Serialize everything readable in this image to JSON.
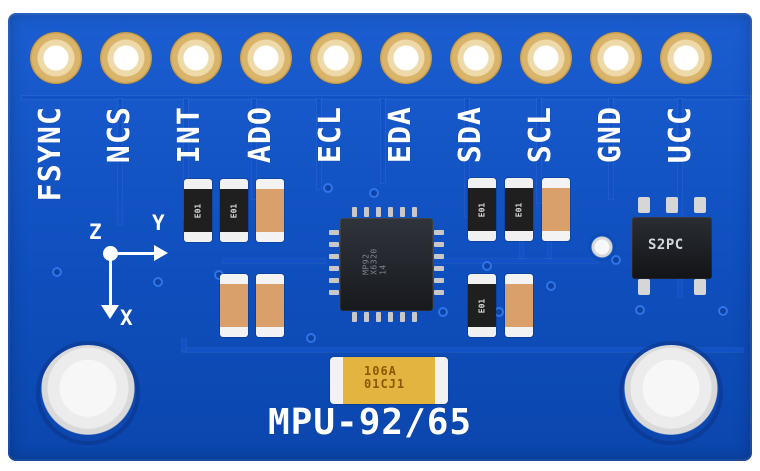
{
  "board": {
    "pins": [
      "FSYNC",
      "NCS",
      "INT",
      "ADO",
      "ECL",
      "EDA",
      "SDA",
      "SCL",
      "GND",
      "UCC"
    ],
    "axes": {
      "z": "Z",
      "y": "Y",
      "x": "X"
    },
    "chip_marking": "MP92\nX6320\n14",
    "capacitor_marking": "106A\n01CJ1",
    "regulator_marking": "S2PC",
    "resistor_marking": "E01",
    "title": "MPU-92/65"
  }
}
